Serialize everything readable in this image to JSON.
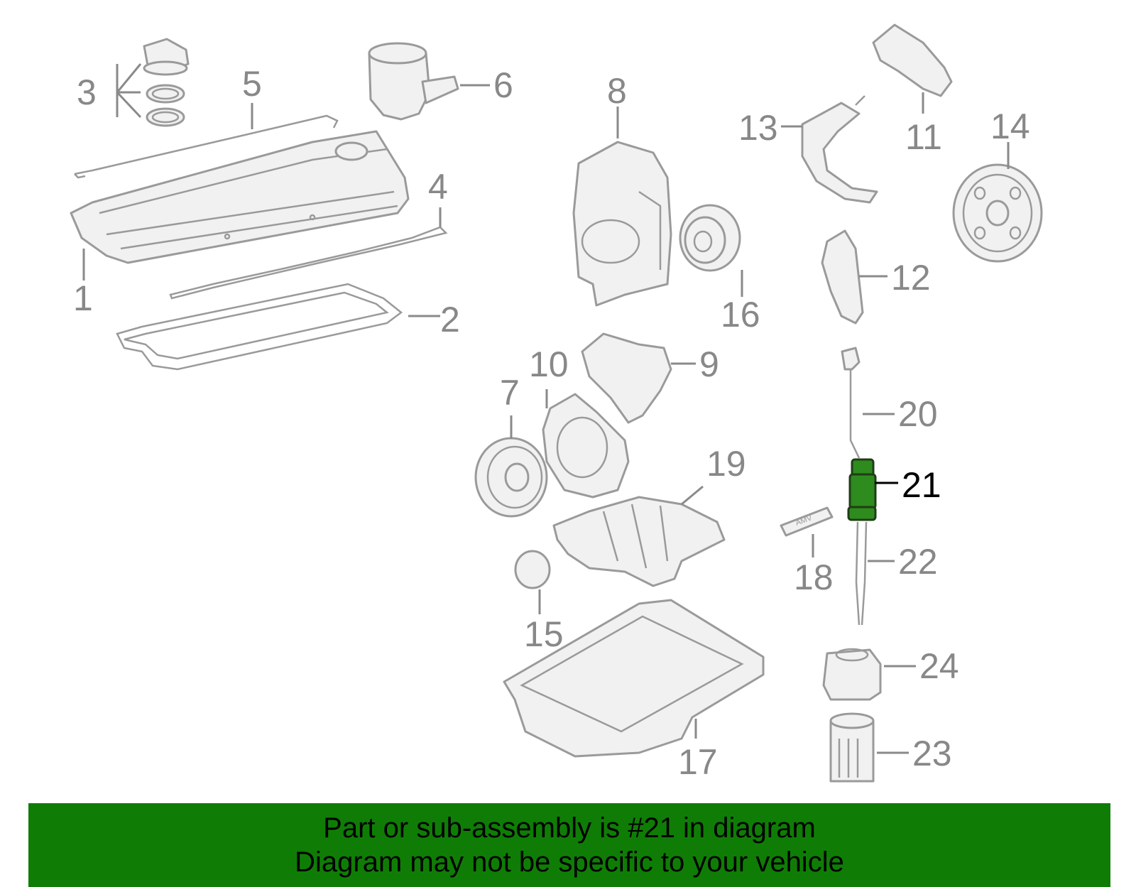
{
  "diagram": {
    "highlight_color": "#2e8b1e",
    "highlighted_part": "21",
    "callouts": [
      "1",
      "2",
      "3",
      "4",
      "5",
      "6",
      "7",
      "8",
      "9",
      "10",
      "11",
      "12",
      "13",
      "14",
      "15",
      "16",
      "17",
      "18",
      "19",
      "20",
      "21",
      "22",
      "23",
      "24"
    ],
    "tube_label": "AMV"
  },
  "banner": {
    "line1": "Part or sub-assembly is #21 in diagram",
    "line2": "Diagram may not be specific to your vehicle",
    "background": "#0f7d05"
  }
}
